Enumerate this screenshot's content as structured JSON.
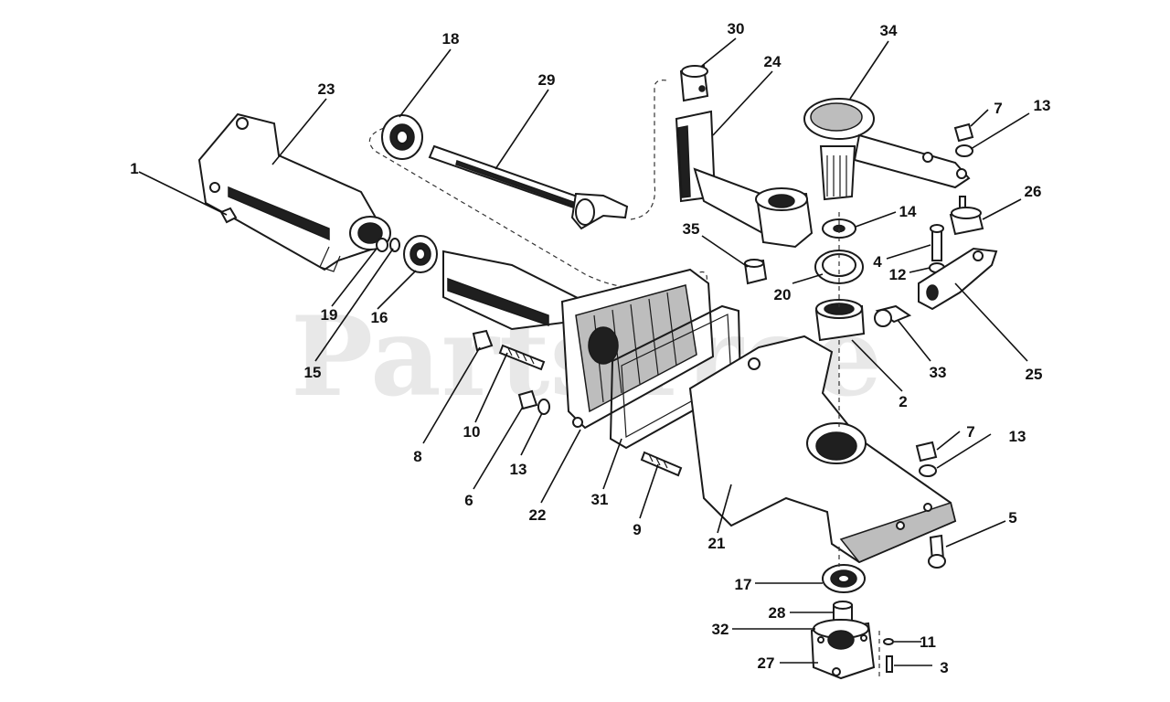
{
  "watermark": "PartsTree",
  "callouts": [
    {
      "id": "c1",
      "text": "1"
    },
    {
      "id": "c2",
      "text": "2"
    },
    {
      "id": "c3",
      "text": "3"
    },
    {
      "id": "c4",
      "text": "4"
    },
    {
      "id": "c5",
      "text": "5"
    },
    {
      "id": "c6",
      "text": "6"
    },
    {
      "id": "c7a",
      "text": "7"
    },
    {
      "id": "c7b",
      "text": "7"
    },
    {
      "id": "c8",
      "text": "8"
    },
    {
      "id": "c9",
      "text": "9"
    },
    {
      "id": "c10",
      "text": "10"
    },
    {
      "id": "c11",
      "text": "11"
    },
    {
      "id": "c12",
      "text": "12"
    },
    {
      "id": "c13a",
      "text": "13"
    },
    {
      "id": "c13b",
      "text": "13"
    },
    {
      "id": "c13c",
      "text": "13"
    },
    {
      "id": "c14",
      "text": "14"
    },
    {
      "id": "c15",
      "text": "15"
    },
    {
      "id": "c16",
      "text": "16"
    },
    {
      "id": "c17",
      "text": "17"
    },
    {
      "id": "c18",
      "text": "18"
    },
    {
      "id": "c19",
      "text": "19"
    },
    {
      "id": "c20",
      "text": "20"
    },
    {
      "id": "c21",
      "text": "21"
    },
    {
      "id": "c22",
      "text": "22"
    },
    {
      "id": "c23",
      "text": "23"
    },
    {
      "id": "c24",
      "text": "24"
    },
    {
      "id": "c25",
      "text": "25"
    },
    {
      "id": "c26",
      "text": "26"
    },
    {
      "id": "c27",
      "text": "27"
    },
    {
      "id": "c28",
      "text": "28"
    },
    {
      "id": "c29",
      "text": "29"
    },
    {
      "id": "c30",
      "text": "30"
    },
    {
      "id": "c31",
      "text": "31"
    },
    {
      "id": "c32",
      "text": "32"
    },
    {
      "id": "c33",
      "text": "33"
    },
    {
      "id": "c34",
      "text": "34"
    },
    {
      "id": "c35",
      "text": "35"
    }
  ]
}
